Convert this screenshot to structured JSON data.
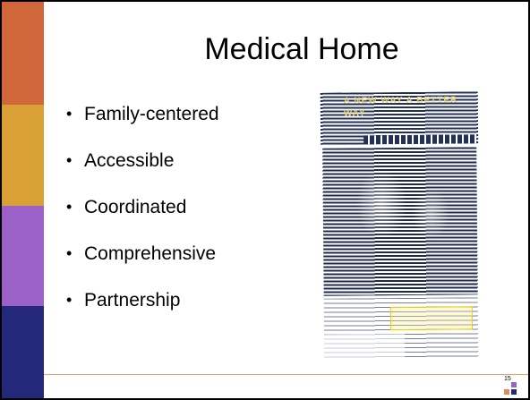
{
  "slide": {
    "title": "Medical Home",
    "bullets": [
      "Family-centered",
      "Accessible",
      "Coordinated",
      "Comprehensive",
      "Partnership"
    ],
    "bullet_glyph": "•",
    "page_number": "15"
  },
  "poster": {
    "header_text": "A NEW WAY A BETTER WAY"
  },
  "colors": {
    "strip_orange": "#d0673a",
    "strip_gold": "#d9a135",
    "strip_purple": "#9b61c9",
    "strip_navy": "#23287a",
    "footer_line": "#e6a46a",
    "page_box_orange": "#e08c5a",
    "page_box_purple": "#9b61c9",
    "page_box_navy": "#23287a"
  }
}
